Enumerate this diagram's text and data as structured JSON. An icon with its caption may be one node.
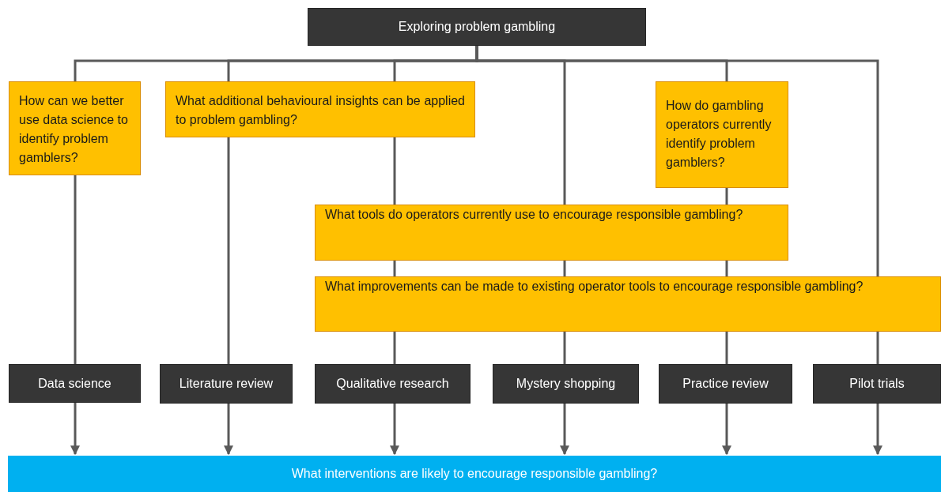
{
  "diagram": {
    "nodes": [
      {
        "text": [
          "Exploring problem gambling"
        ]
      },
      {
        "text": [
          "How can we better use data science to identify problem gamblers?"
        ]
      },
      {
        "text": [
          "What additional behavioural insights can be applied to problem gambling?"
        ]
      },
      {
        "text": [
          "How do gambling operators currently identify problem gamblers?"
        ]
      },
      {
        "text": [
          "What tools do operators currently use to encourage responsible gambling?"
        ]
      },
      {
        "text": [
          "What improvements can be made to existing operator tools to encourage responsible gambling?"
        ]
      },
      {
        "text": [
          "Data science"
        ]
      },
      {
        "text": [
          "Literature review"
        ]
      },
      {
        "text": [
          "Qualitative research"
        ]
      },
      {
        "text": [
          "Mystery shopping"
        ]
      },
      {
        "text": [
          "Practice review"
        ]
      },
      {
        "text": [
          "Pilot trials"
        ]
      },
      {
        "text": [
          "What interventions are likely to encourage responsible gambling?"
        ]
      }
    ],
    "edges": [
      {
        "from": 0,
        "to": 1,
        "arrow": "none"
      },
      {
        "from": 1,
        "to": 6,
        "arrow": "none"
      },
      {
        "from": 6,
        "to": 12,
        "arrow": "to"
      },
      {
        "from": 0,
        "to": 2,
        "arrow": "none"
      },
      {
        "from": 2,
        "to": 7,
        "arrow": "none"
      },
      {
        "from": 7,
        "to": 12,
        "arrow": "to"
      },
      {
        "from": 0,
        "to": 2,
        "arrow": "none"
      },
      {
        "from": 2,
        "to": 4,
        "arrow": "none"
      },
      {
        "from": 4,
        "to": 5,
        "arrow": "none"
      },
      {
        "from": 5,
        "to": 8,
        "arrow": "none"
      },
      {
        "from": 8,
        "to": 12,
        "arrow": "to"
      },
      {
        "from": 0,
        "to": 4,
        "arrow": "none"
      },
      {
        "from": 4,
        "to": 5,
        "arrow": "none"
      },
      {
        "from": 5,
        "to": 9,
        "arrow": "none"
      },
      {
        "from": 9,
        "to": 12,
        "arrow": "to"
      },
      {
        "from": 0,
        "to": 3,
        "arrow": "none"
      },
      {
        "from": 3,
        "to": 4,
        "arrow": "none"
      },
      {
        "from": 4,
        "to": 5,
        "arrow": "none"
      },
      {
        "from": 5,
        "to": 10,
        "arrow": "none"
      },
      {
        "from": 10,
        "to": 12,
        "arrow": "to"
      },
      {
        "from": 0,
        "to": 5,
        "arrow": "none"
      },
      {
        "from": 5,
        "to": 11,
        "arrow": "none"
      },
      {
        "from": 11,
        "to": 12,
        "arrow": "to"
      }
    ]
  }
}
